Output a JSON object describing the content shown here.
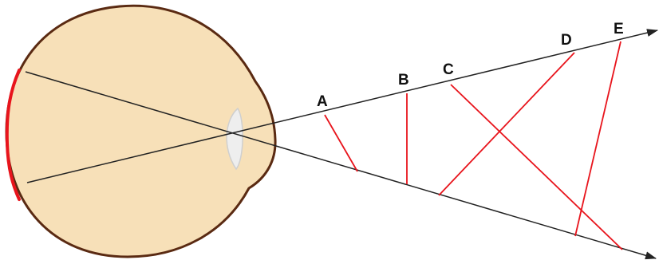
{
  "colors": {
    "eye_fill": "#f7e0b8",
    "eye_outline": "#5a2a12",
    "retina": "#e8141c",
    "lens": "#eeeeee",
    "ray": "#222222",
    "segment": "#e8141c",
    "background": "#ffffff"
  },
  "labels": {
    "A": "A",
    "B": "B",
    "C": "C",
    "D": "D",
    "E": "E"
  }
}
